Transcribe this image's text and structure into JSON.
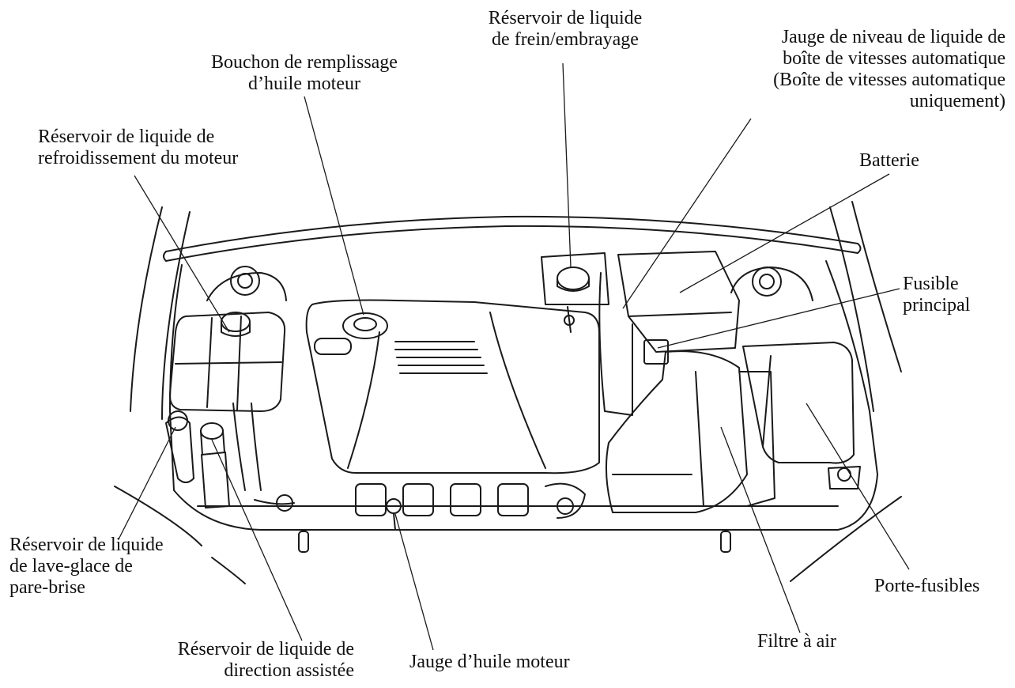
{
  "labels": {
    "brake_fluid": [
      "Réservoir de liquide",
      "de frein/embrayage"
    ],
    "oil_filler_cap": [
      "Bouchon de remplissage",
      "d’huile moteur"
    ],
    "atf_dipstick": [
      "Jauge de niveau de liquide de",
      "boîte de vitesses automatique",
      "(Boîte de vitesses automatique",
      "uniquement)"
    ],
    "coolant_reservoir": [
      "Réservoir de liquide de",
      "refroidissement du moteur"
    ],
    "battery": [
      "Batterie"
    ],
    "main_fuse": [
      "Fusible",
      "principal"
    ],
    "washer_reservoir": [
      "Réservoir de liquide",
      "de lave-glace de",
      "pare-brise"
    ],
    "fuse_box": [
      "Porte-fusibles"
    ],
    "power_steering": [
      "Réservoir de liquide de",
      "direction assistée"
    ],
    "oil_dipstick": [
      "Jauge d’huile moteur"
    ],
    "air_filter": [
      "Filtre à air"
    ]
  }
}
